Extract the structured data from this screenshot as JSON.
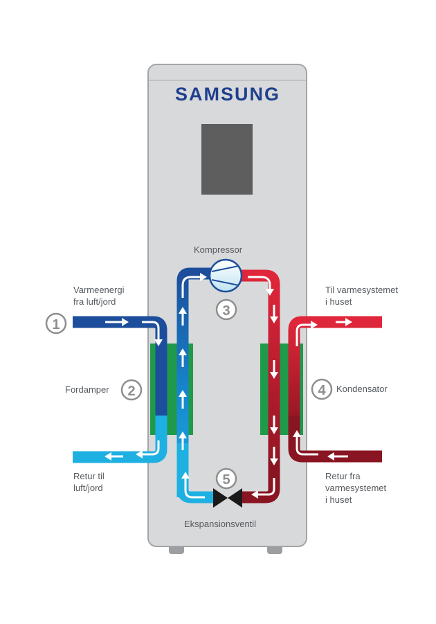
{
  "brand": "SAMSUNG",
  "labels": {
    "kompressor": "Kompressor",
    "varmeenergi": [
      "Varmeenergi",
      "fra luft/jord"
    ],
    "fordamper": "Fordamper",
    "retur_til": [
      "Retur til",
      "luft/jord"
    ],
    "til_varmesystemet": [
      "Til varmesystemet",
      "i huset"
    ],
    "kondensator": "Kondensator",
    "retur_fra": [
      "Retur fra",
      "varmesystemet",
      "i huset"
    ],
    "ekspansjonsventil": "Ekspansionsventil"
  },
  "steps": {
    "step1": "1",
    "step2": "2",
    "step3": "3",
    "step4": "4",
    "step5": "5"
  },
  "colors": {
    "cabinet": "#d8d9da",
    "cabinet_border": "#a3a5a8",
    "display": "#5e5e5e",
    "evaporator": "#1f9a4a",
    "cold_dark": "#1d4e9b",
    "cold_light": "#1fb0e2",
    "hot_red": "#e0263a",
    "hot_dark": "#8a1522",
    "number_gray": "#8e8e8e"
  }
}
